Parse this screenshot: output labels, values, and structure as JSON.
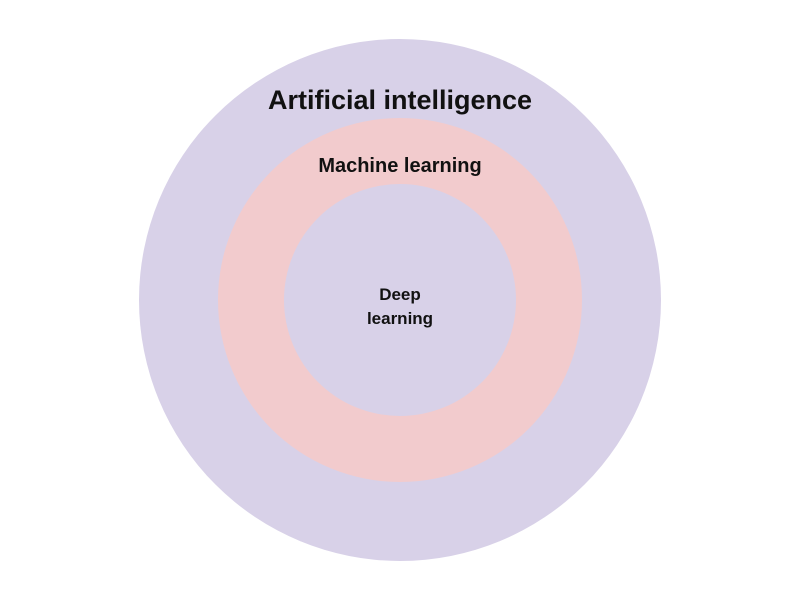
{
  "diagram": {
    "type": "nested-circles",
    "colors": {
      "outer": "#d8d1e8",
      "middle": "#f2cbcd",
      "inner": "#d8d1e8",
      "text": "#111111"
    },
    "layers": [
      {
        "id": "artificial-intelligence",
        "label": "Artificial intelligence"
      },
      {
        "id": "machine-learning",
        "label": "Machine learning"
      },
      {
        "id": "deep-learning",
        "label_lines": [
          "Deep",
          "learning"
        ]
      }
    ]
  }
}
